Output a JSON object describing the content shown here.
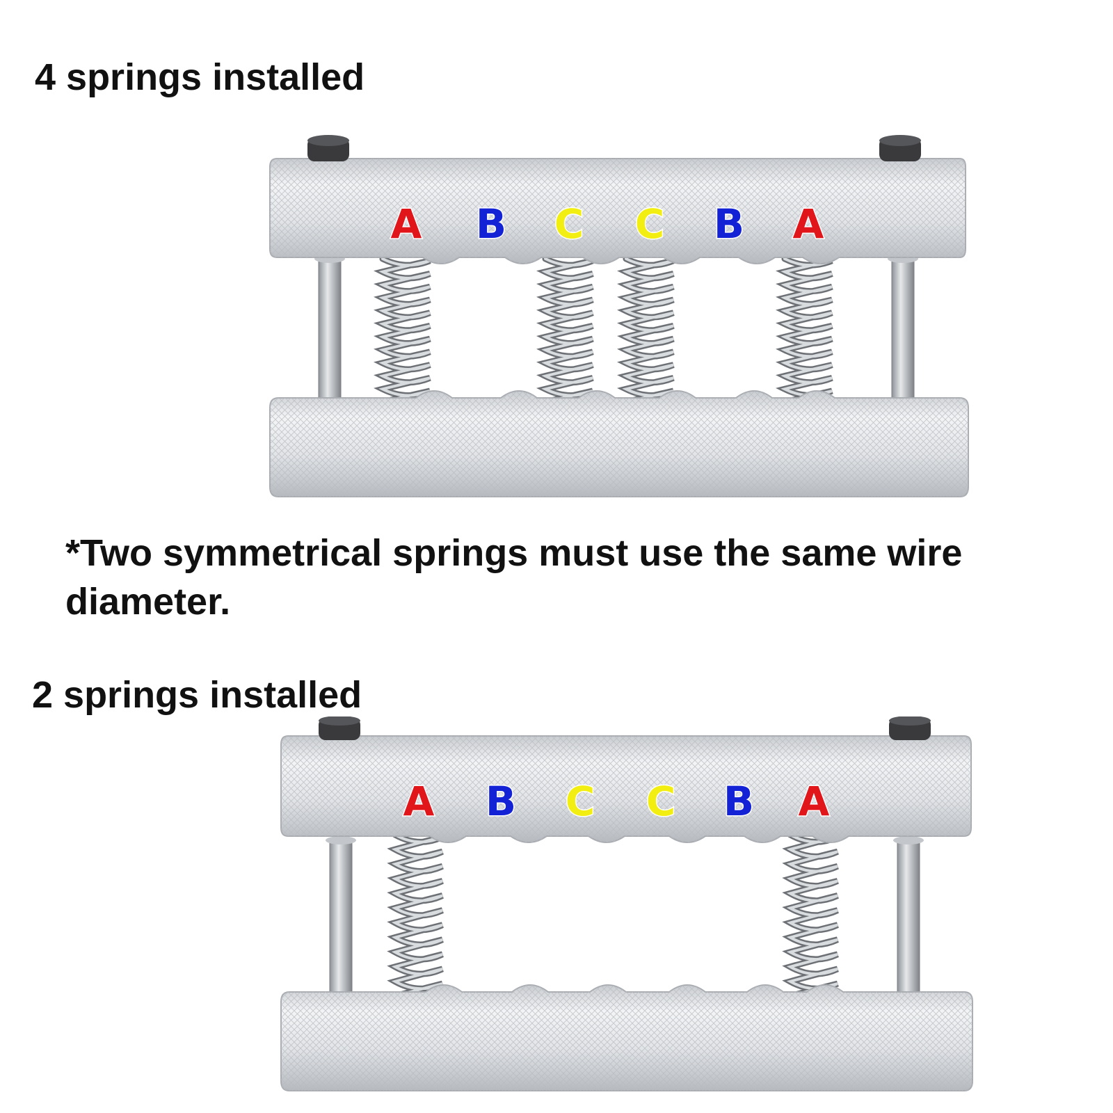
{
  "sections": [
    {
      "heading": "4 springs installed",
      "slot_labels": [
        "A",
        "B",
        "C",
        "C",
        "B",
        "A"
      ],
      "installed_springs": [
        "A",
        "C",
        "C",
        "A"
      ]
    },
    {
      "heading": "2 springs installed",
      "slot_labels": [
        "A",
        "B",
        "C",
        "C",
        "B",
        "A"
      ],
      "installed_springs": [
        "A",
        "A"
      ]
    }
  ],
  "note": "*Two symmetrical springs must use the same wire diameter.",
  "colors": {
    "A": "#e0161b",
    "B": "#1422d6",
    "C": "#f2ee12",
    "letter_outline": "#ffffff",
    "metal_light": "#eef0f2",
    "metal_mid": "#d6d9dc",
    "metal_dark": "#a9adb2",
    "bolt": "#3a3a3c",
    "text": "#111111"
  }
}
